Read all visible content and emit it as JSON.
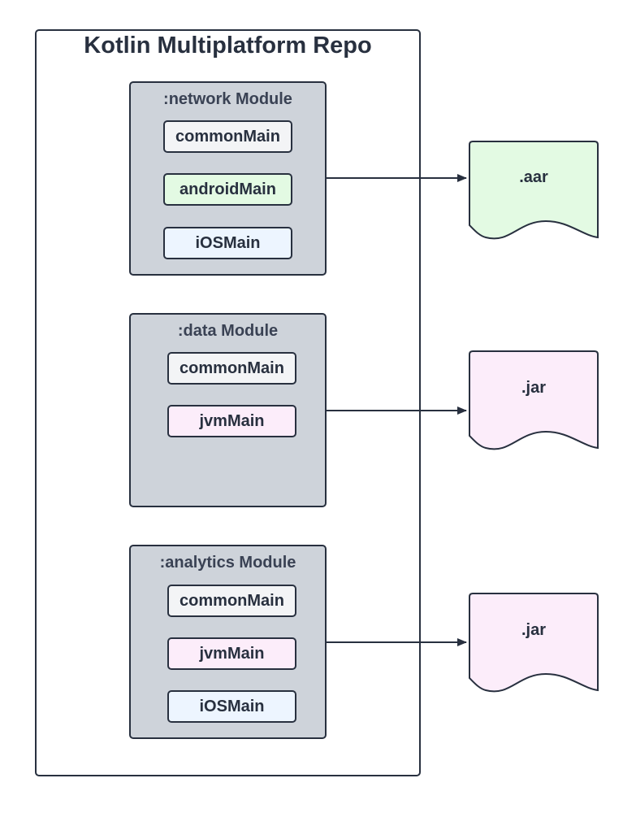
{
  "repo": {
    "title": "Kotlin Multiplatform Repo"
  },
  "modules": [
    {
      "title": ":network Module",
      "sourcesets": [
        "commonMain",
        "androidMain",
        "iOSMain"
      ]
    },
    {
      "title": ":data Module",
      "sourcesets": [
        "commonMain",
        "jvmMain"
      ]
    },
    {
      "title": ":analytics Module",
      "sourcesets": [
        "commonMain",
        "jvmMain",
        "iOSMain"
      ]
    }
  ],
  "artifacts": [
    ".aar",
    ".jar",
    ".jar"
  ],
  "colors": {
    "stroke": "#28303f",
    "module_fill": "#ced3da",
    "common_fill": "#f3f4f6",
    "android_fill": "#e3fae3",
    "ios_fill": "#edf5ff",
    "jvm_fill": "#fcedfa",
    "aar_fill": "#e3fae3",
    "jar_fill": "#fcedfa"
  }
}
